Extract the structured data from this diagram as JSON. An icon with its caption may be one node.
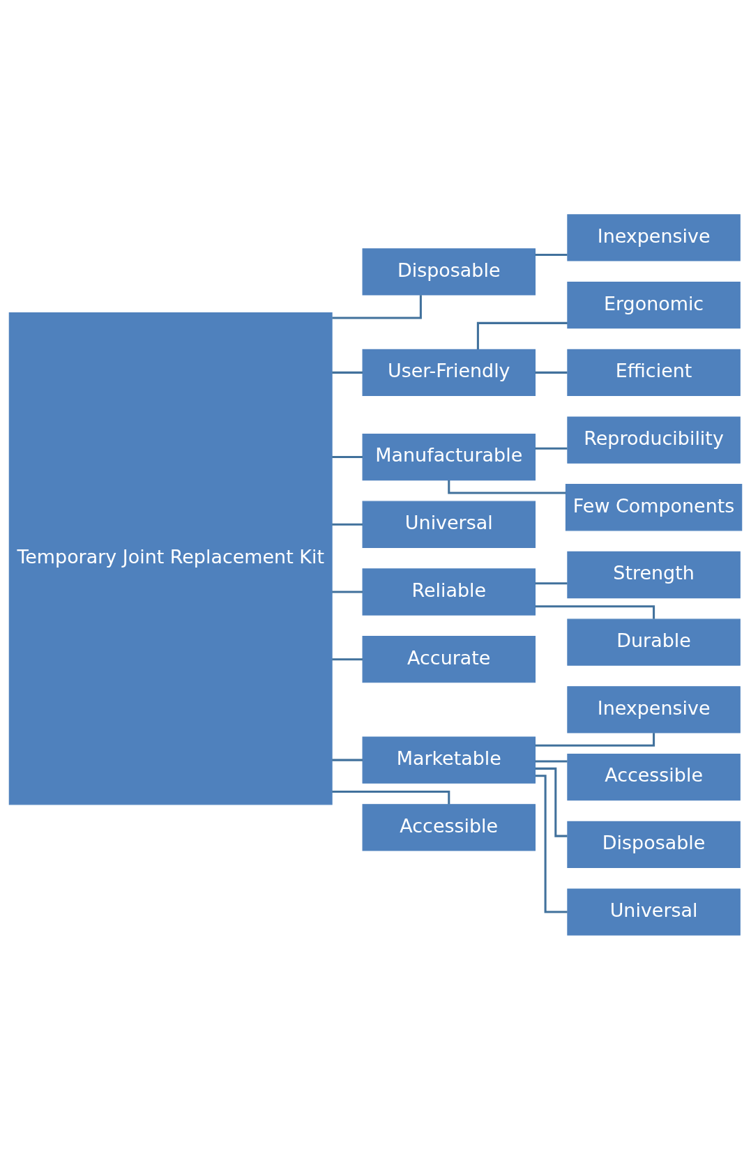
{
  "diagram": {
    "nodes": [
      {
        "text": [
          "Temporary Joint Replacement Kit"
        ]
      },
      {
        "text": [
          "Disposable"
        ]
      },
      {
        "text": [
          "User-Friendly"
        ]
      },
      {
        "text": [
          "Manufacturable"
        ]
      },
      {
        "text": [
          "Universal"
        ]
      },
      {
        "text": [
          "Reliable"
        ]
      },
      {
        "text": [
          "Accurate"
        ]
      },
      {
        "text": [
          "Marketable"
        ]
      },
      {
        "text": [
          "Accessible"
        ]
      },
      {
        "text": [
          "Inexpensive"
        ]
      },
      {
        "text": [
          "Ergonomic"
        ]
      },
      {
        "text": [
          "Efficient"
        ]
      },
      {
        "text": [
          "Reproducibility"
        ]
      },
      {
        "text": [
          "Few Components"
        ]
      },
      {
        "text": [
          "Strength"
        ]
      },
      {
        "text": [
          "Durable"
        ]
      },
      {
        "text": [
          "Inexpensive"
        ]
      },
      {
        "text": [
          "Accessible"
        ]
      },
      {
        "text": [
          "Disposable"
        ]
      },
      {
        "text": [
          "Universal"
        ]
      }
    ],
    "edges": [
      {
        "from": 0,
        "to": 1,
        "arrow": "none"
      },
      {
        "from": 0,
        "to": 2,
        "arrow": "none"
      },
      {
        "from": 0,
        "to": 3,
        "arrow": "none"
      },
      {
        "from": 0,
        "to": 4,
        "arrow": "none"
      },
      {
        "from": 0,
        "to": 5,
        "arrow": "none"
      },
      {
        "from": 0,
        "to": 6,
        "arrow": "none"
      },
      {
        "from": 0,
        "to": 7,
        "arrow": "none"
      },
      {
        "from": 0,
        "to": 8,
        "arrow": "none"
      },
      {
        "from": 1,
        "to": 9,
        "arrow": "none"
      },
      {
        "from": 2,
        "to": 10,
        "arrow": "none"
      },
      {
        "from": 2,
        "to": 11,
        "arrow": "none"
      },
      {
        "from": 3,
        "to": 12,
        "arrow": "none"
      },
      {
        "from": 3,
        "to": 13,
        "arrow": "none"
      },
      {
        "from": 5,
        "to": 14,
        "arrow": "none"
      },
      {
        "from": 5,
        "to": 15,
        "arrow": "none"
      },
      {
        "from": 7,
        "to": 16,
        "arrow": "none"
      },
      {
        "from": 7,
        "to": 17,
        "arrow": "none"
      },
      {
        "from": 7,
        "to": 18,
        "arrow": "none"
      },
      {
        "from": 7,
        "to": 19,
        "arrow": "none"
      }
    ]
  }
}
